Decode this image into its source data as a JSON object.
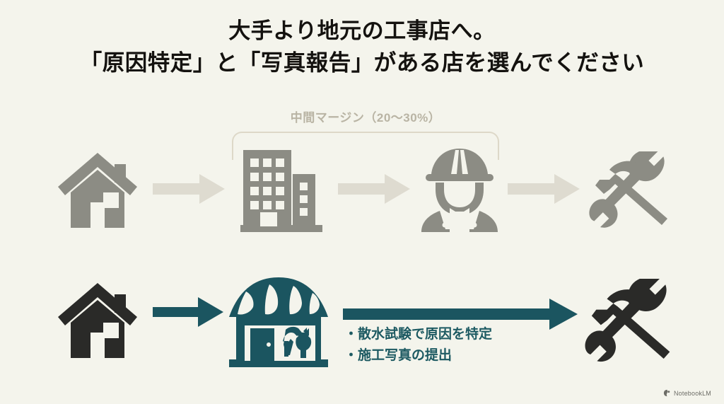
{
  "background_color": "#f4f4ec",
  "title": {
    "line1": "大手より地元の工事店へ。",
    "line2": "「原因特定」と「写真報告」がある店を選んでください",
    "color": "#14120f"
  },
  "margin_bracket": {
    "label": "中間マージン（20〜30%）",
    "color": "#b9b4a4",
    "border_color": "#ddd8c8"
  },
  "flow_top": {
    "color": "#8c8c84",
    "arrow_color": "#dedbd0",
    "steps": [
      {
        "icon": "house-icon",
        "label": "house"
      },
      {
        "icon": "arrow-right-icon",
        "label": "arrow"
      },
      {
        "icon": "office-building-icon",
        "label": "building"
      },
      {
        "icon": "arrow-right-icon",
        "label": "arrow"
      },
      {
        "icon": "construction-worker-icon",
        "label": "worker"
      },
      {
        "icon": "arrow-right-icon",
        "label": "arrow"
      },
      {
        "icon": "hammer-wrench-icon",
        "label": "tools"
      }
    ]
  },
  "flow_bottom": {
    "color": "#2a2a28",
    "accent_color": "#1b5560",
    "steps": [
      {
        "icon": "house-icon",
        "label": "house"
      },
      {
        "icon": "arrow-right-icon",
        "label": "arrow"
      },
      {
        "icon": "local-shop-icon",
        "label": "shop"
      },
      {
        "icon": "long-arrow-right-icon",
        "label": "long arrow"
      },
      {
        "icon": "hammer-wrench-icon",
        "label": "tools"
      }
    ],
    "bullets": [
      "・散水試験で原因を特定",
      "・施工写真の提出"
    ],
    "bullet_color": "#1d5a62"
  },
  "watermark": {
    "text": "NotebookLM",
    "icon": "notebooklm-icon",
    "color": "#6d6d67"
  }
}
